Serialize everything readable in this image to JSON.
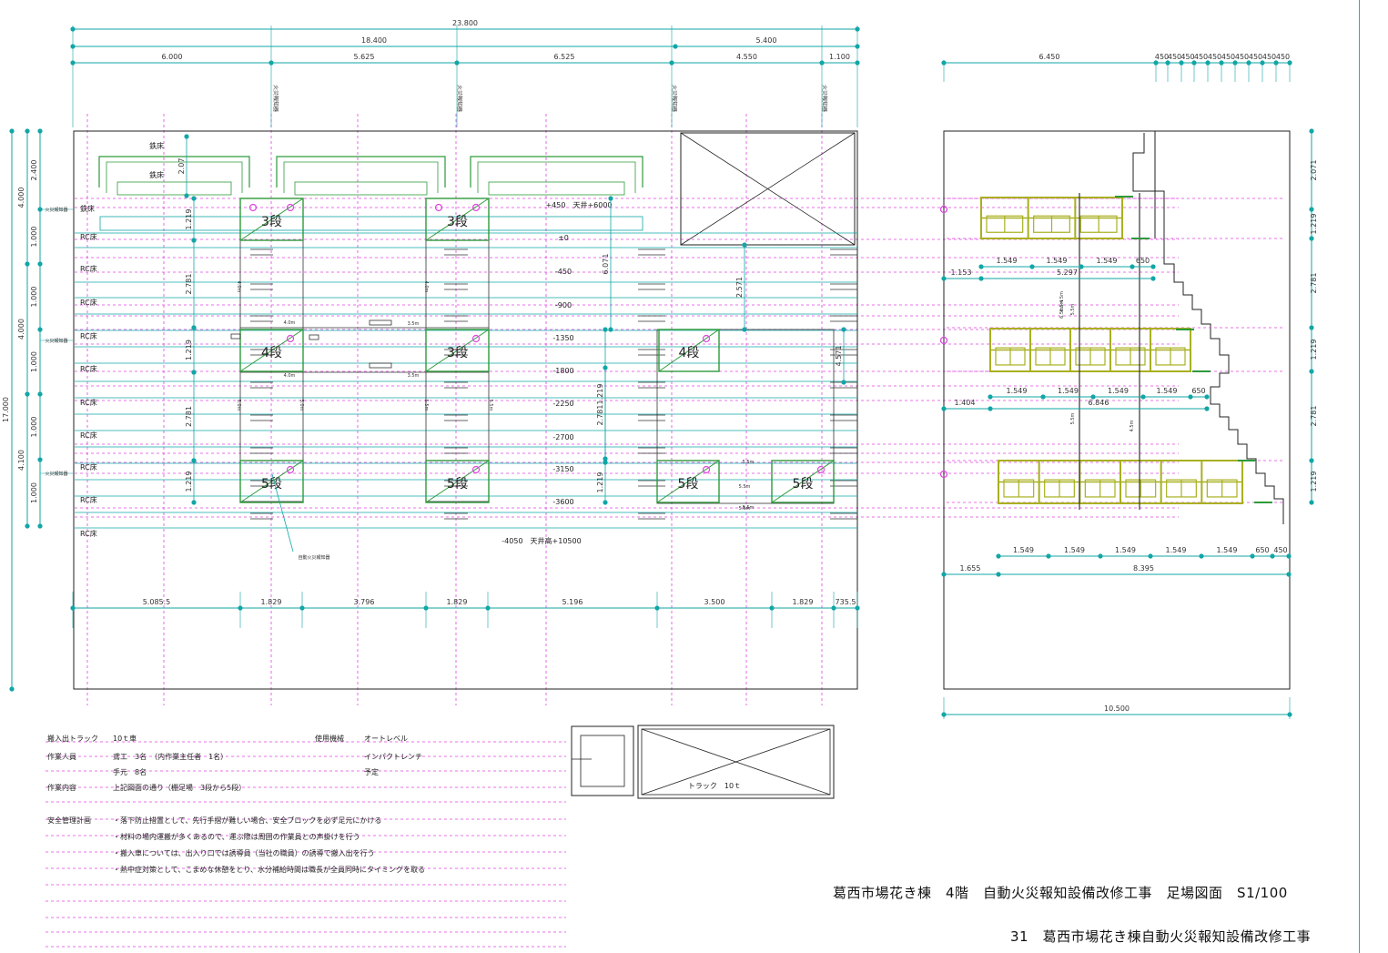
{
  "plan": {
    "top_dims": {
      "total": "23.800",
      "row2": [
        "18.400",
        "5.400"
      ],
      "row3": [
        "6.000",
        "5.625",
        "6.525",
        "4.550",
        "1.100"
      ]
    },
    "bottom_dims": [
      "5.085.5",
      "1.829",
      "3.796",
      "1.829",
      "5.196",
      "3.500",
      "1.829",
      "735.5"
    ],
    "left_dims_outer": "17.000",
    "left_dims_mid": [
      "4.000",
      "4.000",
      "4.100"
    ],
    "left_dims_inner": [
      "2.400",
      "1.000",
      "1.000",
      "1.000",
      "1.000",
      "1.000",
      "1.000"
    ],
    "left_tags": [
      "火災報知器",
      "火災報知器",
      "火災報知器"
    ],
    "column_tags": [
      "火災報知器",
      "火災報知器",
      "火災報知器",
      "火災報知器"
    ],
    "floor_labels": [
      "鉄床",
      "鉄床",
      "鉄床",
      "RC床",
      "RC床",
      "RC床",
      "RC床",
      "RC床",
      "RC床",
      "RC床",
      "RC床",
      "RC床",
      "RC床"
    ],
    "levels": [
      "+450　天井+6000",
      "±0",
      "-450",
      "-900",
      "-1350",
      "-1800",
      "-2250",
      "-2700",
      "-3150",
      "-3600",
      "-4050　天井高+10500"
    ],
    "scaffolds": [
      "3段",
      "3段",
      "4段",
      "3段",
      "4段",
      "5段",
      "5段",
      "5段",
      "5段"
    ],
    "vertical_dims": [
      "2.07",
      "1.219",
      "2.781",
      "1.219",
      "2.781",
      "1.219",
      "6.071",
      "1.219",
      "2.781",
      "1.219",
      "2.571",
      "4.571"
    ],
    "small_labels": [
      "4.0m",
      "4.0m",
      "3.5m",
      "3.5m",
      "5.5m",
      "5.5m",
      "5.5m",
      "5.5m",
      "4.0m",
      "4.0m",
      "5.0m",
      "5.0m",
      "5.5m",
      "5.5m"
    ],
    "leader_note": "自動火災報知器"
  },
  "section": {
    "top_dims": [
      "6.450",
      "450",
      "450",
      "450",
      "450",
      "450",
      "450",
      "450",
      "450",
      "450",
      "450"
    ],
    "bottom_dim": "10.500",
    "right_dims": [
      "2.071",
      "1.219",
      "2.781",
      "1.219",
      "2.781",
      "1.219"
    ],
    "row1": {
      "spans": [
        "1.549",
        "1.549",
        "1.549",
        "650"
      ],
      "left": "1.153",
      "total": "5.297"
    },
    "row2": {
      "spans": [
        "1.549",
        "1.549",
        "1.549",
        "1.549",
        "650"
      ],
      "left": "1.404",
      "total": "6.846"
    },
    "row3": {
      "spans": [
        "1.549",
        "1.549",
        "1.549",
        "1.549",
        "1.549",
        "650",
        "450"
      ],
      "left": "1.655",
      "total": "8.395"
    },
    "post_labels": [
      "5.5m",
      "4.5m",
      "5.5m",
      "6.5m",
      "5.5m"
    ],
    "post_label_top": "6.5m+4.5m"
  },
  "notes": [
    {
      "label": "搬入出トラック",
      "value": "10ｔ車",
      "extra_label": "使用機械",
      "extra_value": "オートレベル"
    },
    {
      "label": "作業人員",
      "value": "鳶工　3名　（内作業主任者　1名）",
      "extra_label": "",
      "extra_value": "インパクトレンチ"
    },
    {
      "label": "",
      "value": "手元　8名",
      "extra_label": "",
      "extra_value": "予定"
    },
    {
      "label": "作業内容",
      "value": "上記図面の通り（棚足場　3段から5段）",
      "extra_label": "",
      "extra_value": ""
    },
    {
      "label": "安全管理計画",
      "value": "・落下防止措置として、先行手摺が難しい場合、安全ブロックを必ず足元にかける",
      "extra_label": "",
      "extra_value": ""
    },
    {
      "label": "",
      "value": "・材料の場内運搬が多くあるので、運ぶ際は周囲の作業員との声掛けを行う",
      "extra_label": "",
      "extra_value": ""
    },
    {
      "label": "",
      "value": "・搬入車については、出入り口では誘導員（当社の職員）の誘導で搬入出を行う",
      "extra_label": "",
      "extra_value": ""
    },
    {
      "label": "",
      "value": "・熱中症対策として、こまめな休憩をとり、水分補給時間は職長が全員同時にタイミングを取る",
      "extra_label": "",
      "extra_value": ""
    }
  ],
  "truck_label": "トラック　10ｔ",
  "title_main": "葛西市場花き棟　4階　自動火災報知設備改修工事　足場図面　S1/100",
  "title_sub": "31　葛西市場花き棟自動火災報知設備改修工事",
  "colors": {
    "dim": "#12a6a6",
    "grid": "#e046e0",
    "scaffold": "#2e9a3a",
    "frame": "#a8b020",
    "line": "#222222",
    "accent_frame": "#19b3c4"
  }
}
